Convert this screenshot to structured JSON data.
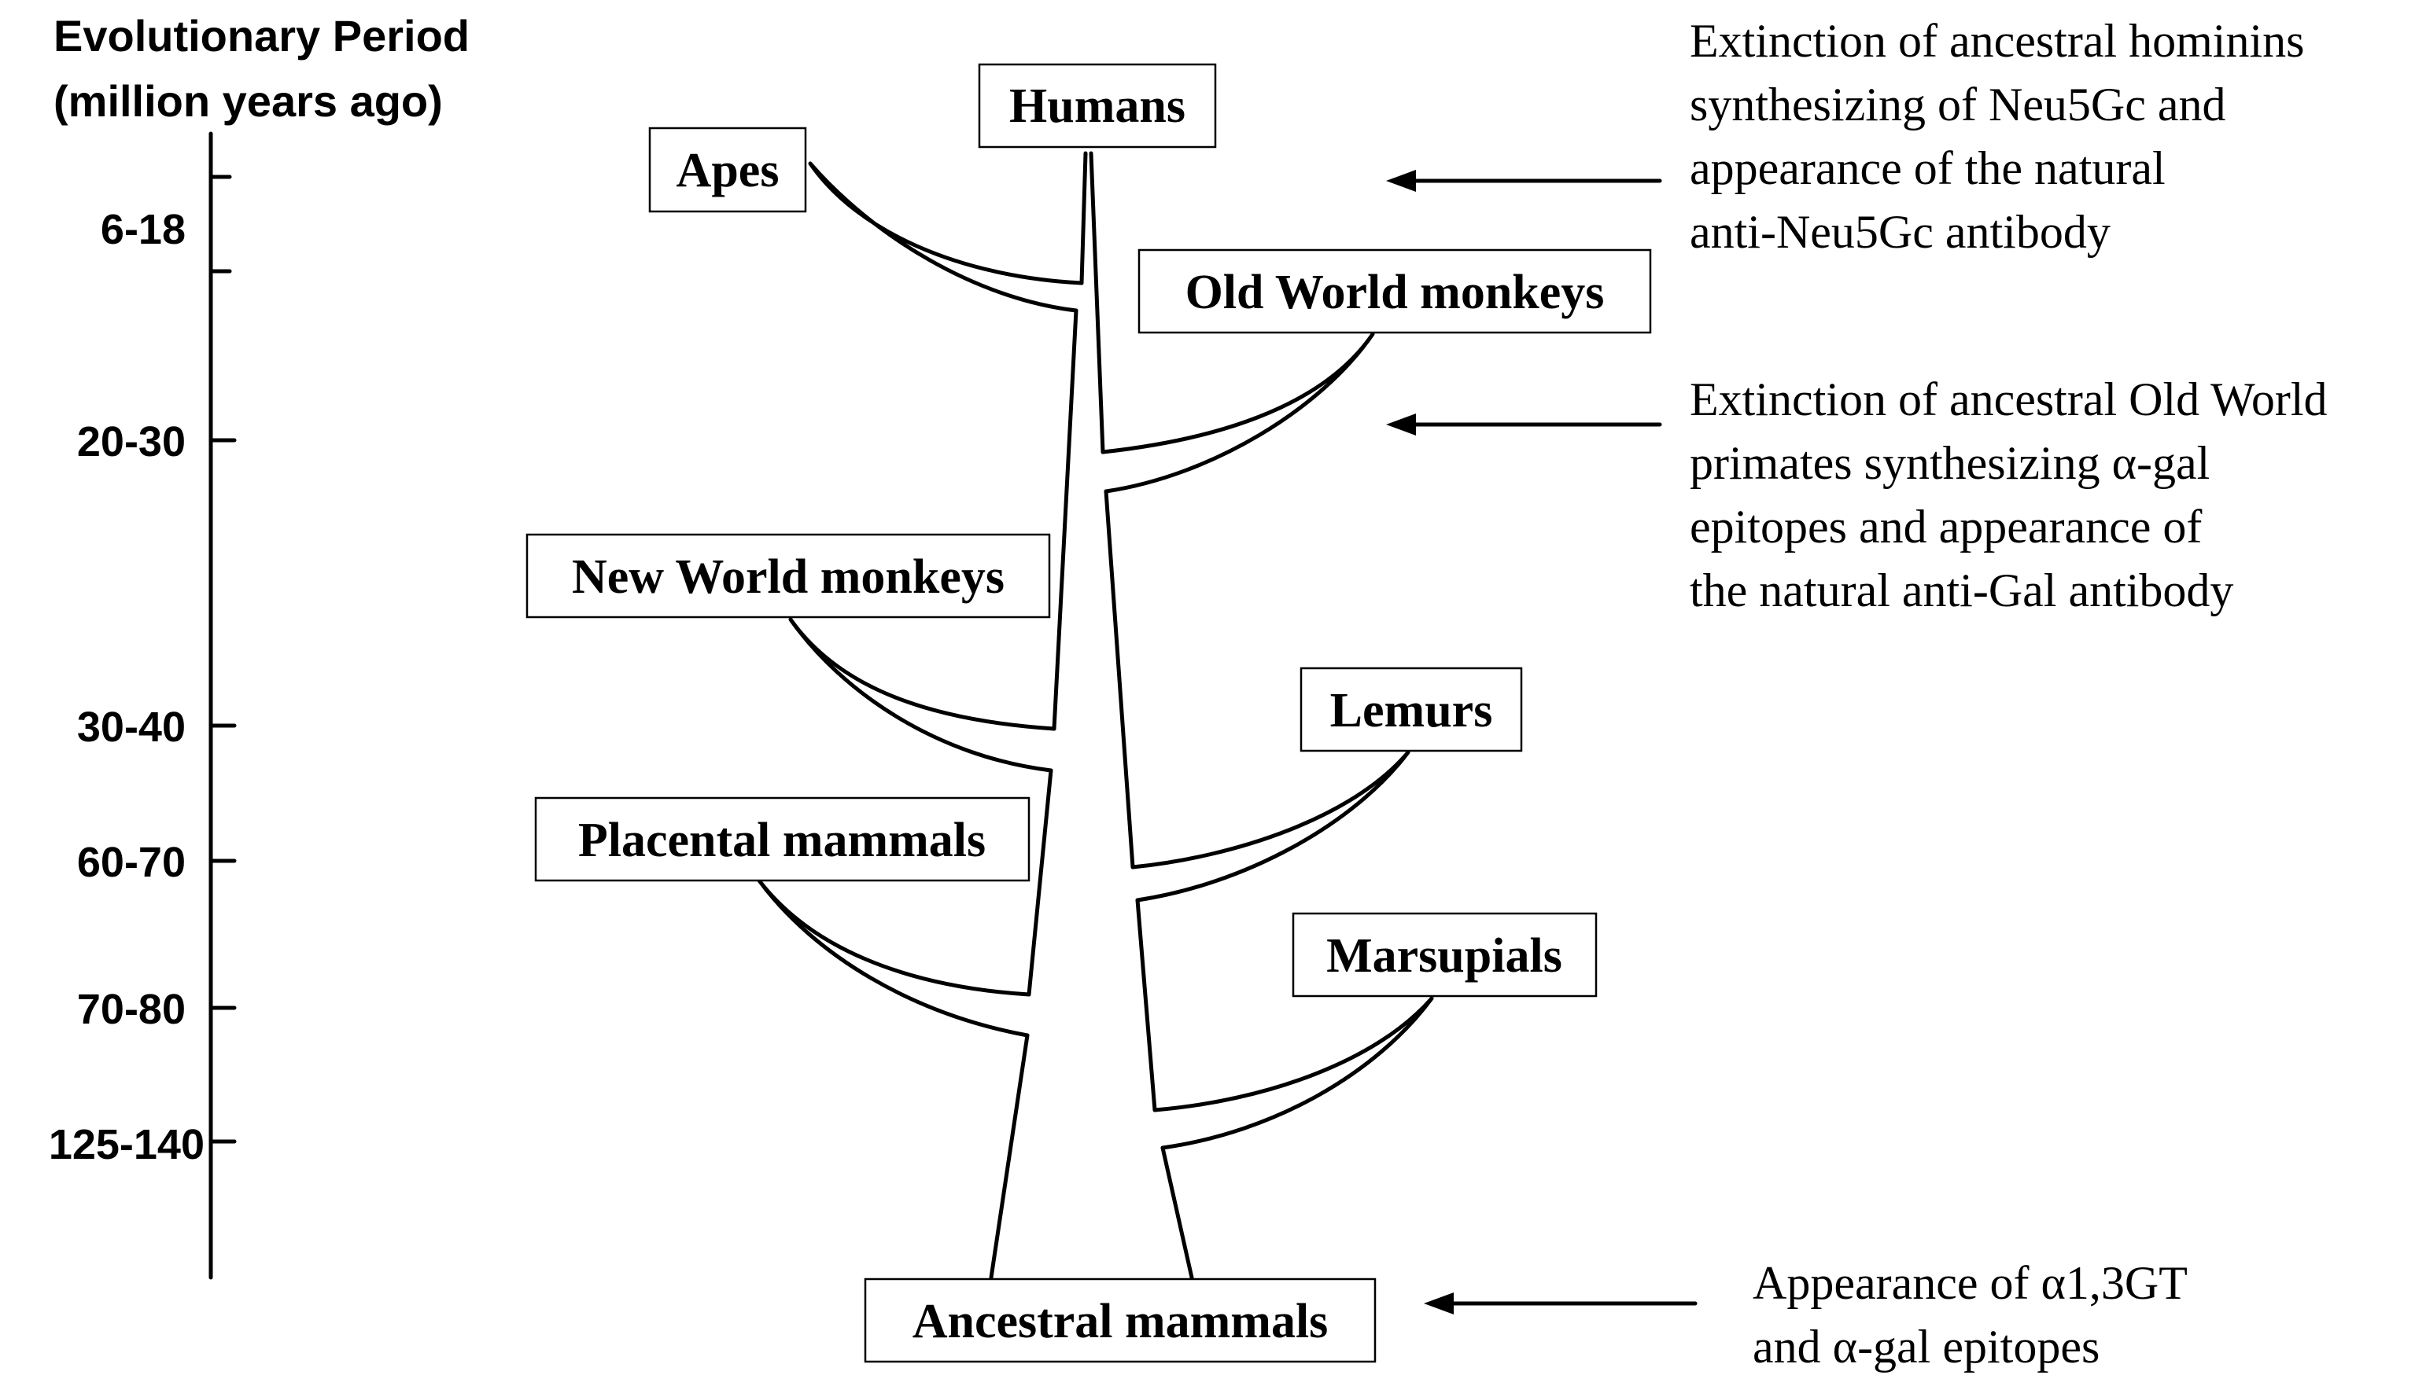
{
  "axis": {
    "title_line1": "Evolutionary Period",
    "title_line2": "(million years ago)",
    "ticks": [
      "6-18",
      "20-30",
      "30-40",
      "60-70",
      "70-80",
      "125-140"
    ]
  },
  "nodes": {
    "humans": "Humans",
    "apes": "Apes",
    "old_world_monkeys": "Old World monkeys",
    "new_world_monkeys": "New World monkeys",
    "lemurs": "Lemurs",
    "placental_mammals": "Placental mammals",
    "marsupials": "Marsupials",
    "ancestral_mammals": "Ancestral mammals"
  },
  "annotations": {
    "neu5gc": [
      "Extinction of ancestral hominins",
      "synthesizing of Neu5Gc and",
      "appearance of the natural",
      "anti-Neu5Gc antibody"
    ],
    "gal": [
      "Extinction of ancestral Old World",
      "primates synthesizing α-gal",
      "epitopes and appearance of",
      "the natural anti-Gal antibody"
    ],
    "alpha13gt": [
      "Appearance of α1,3GT",
      "and α-gal epitopes"
    ]
  }
}
